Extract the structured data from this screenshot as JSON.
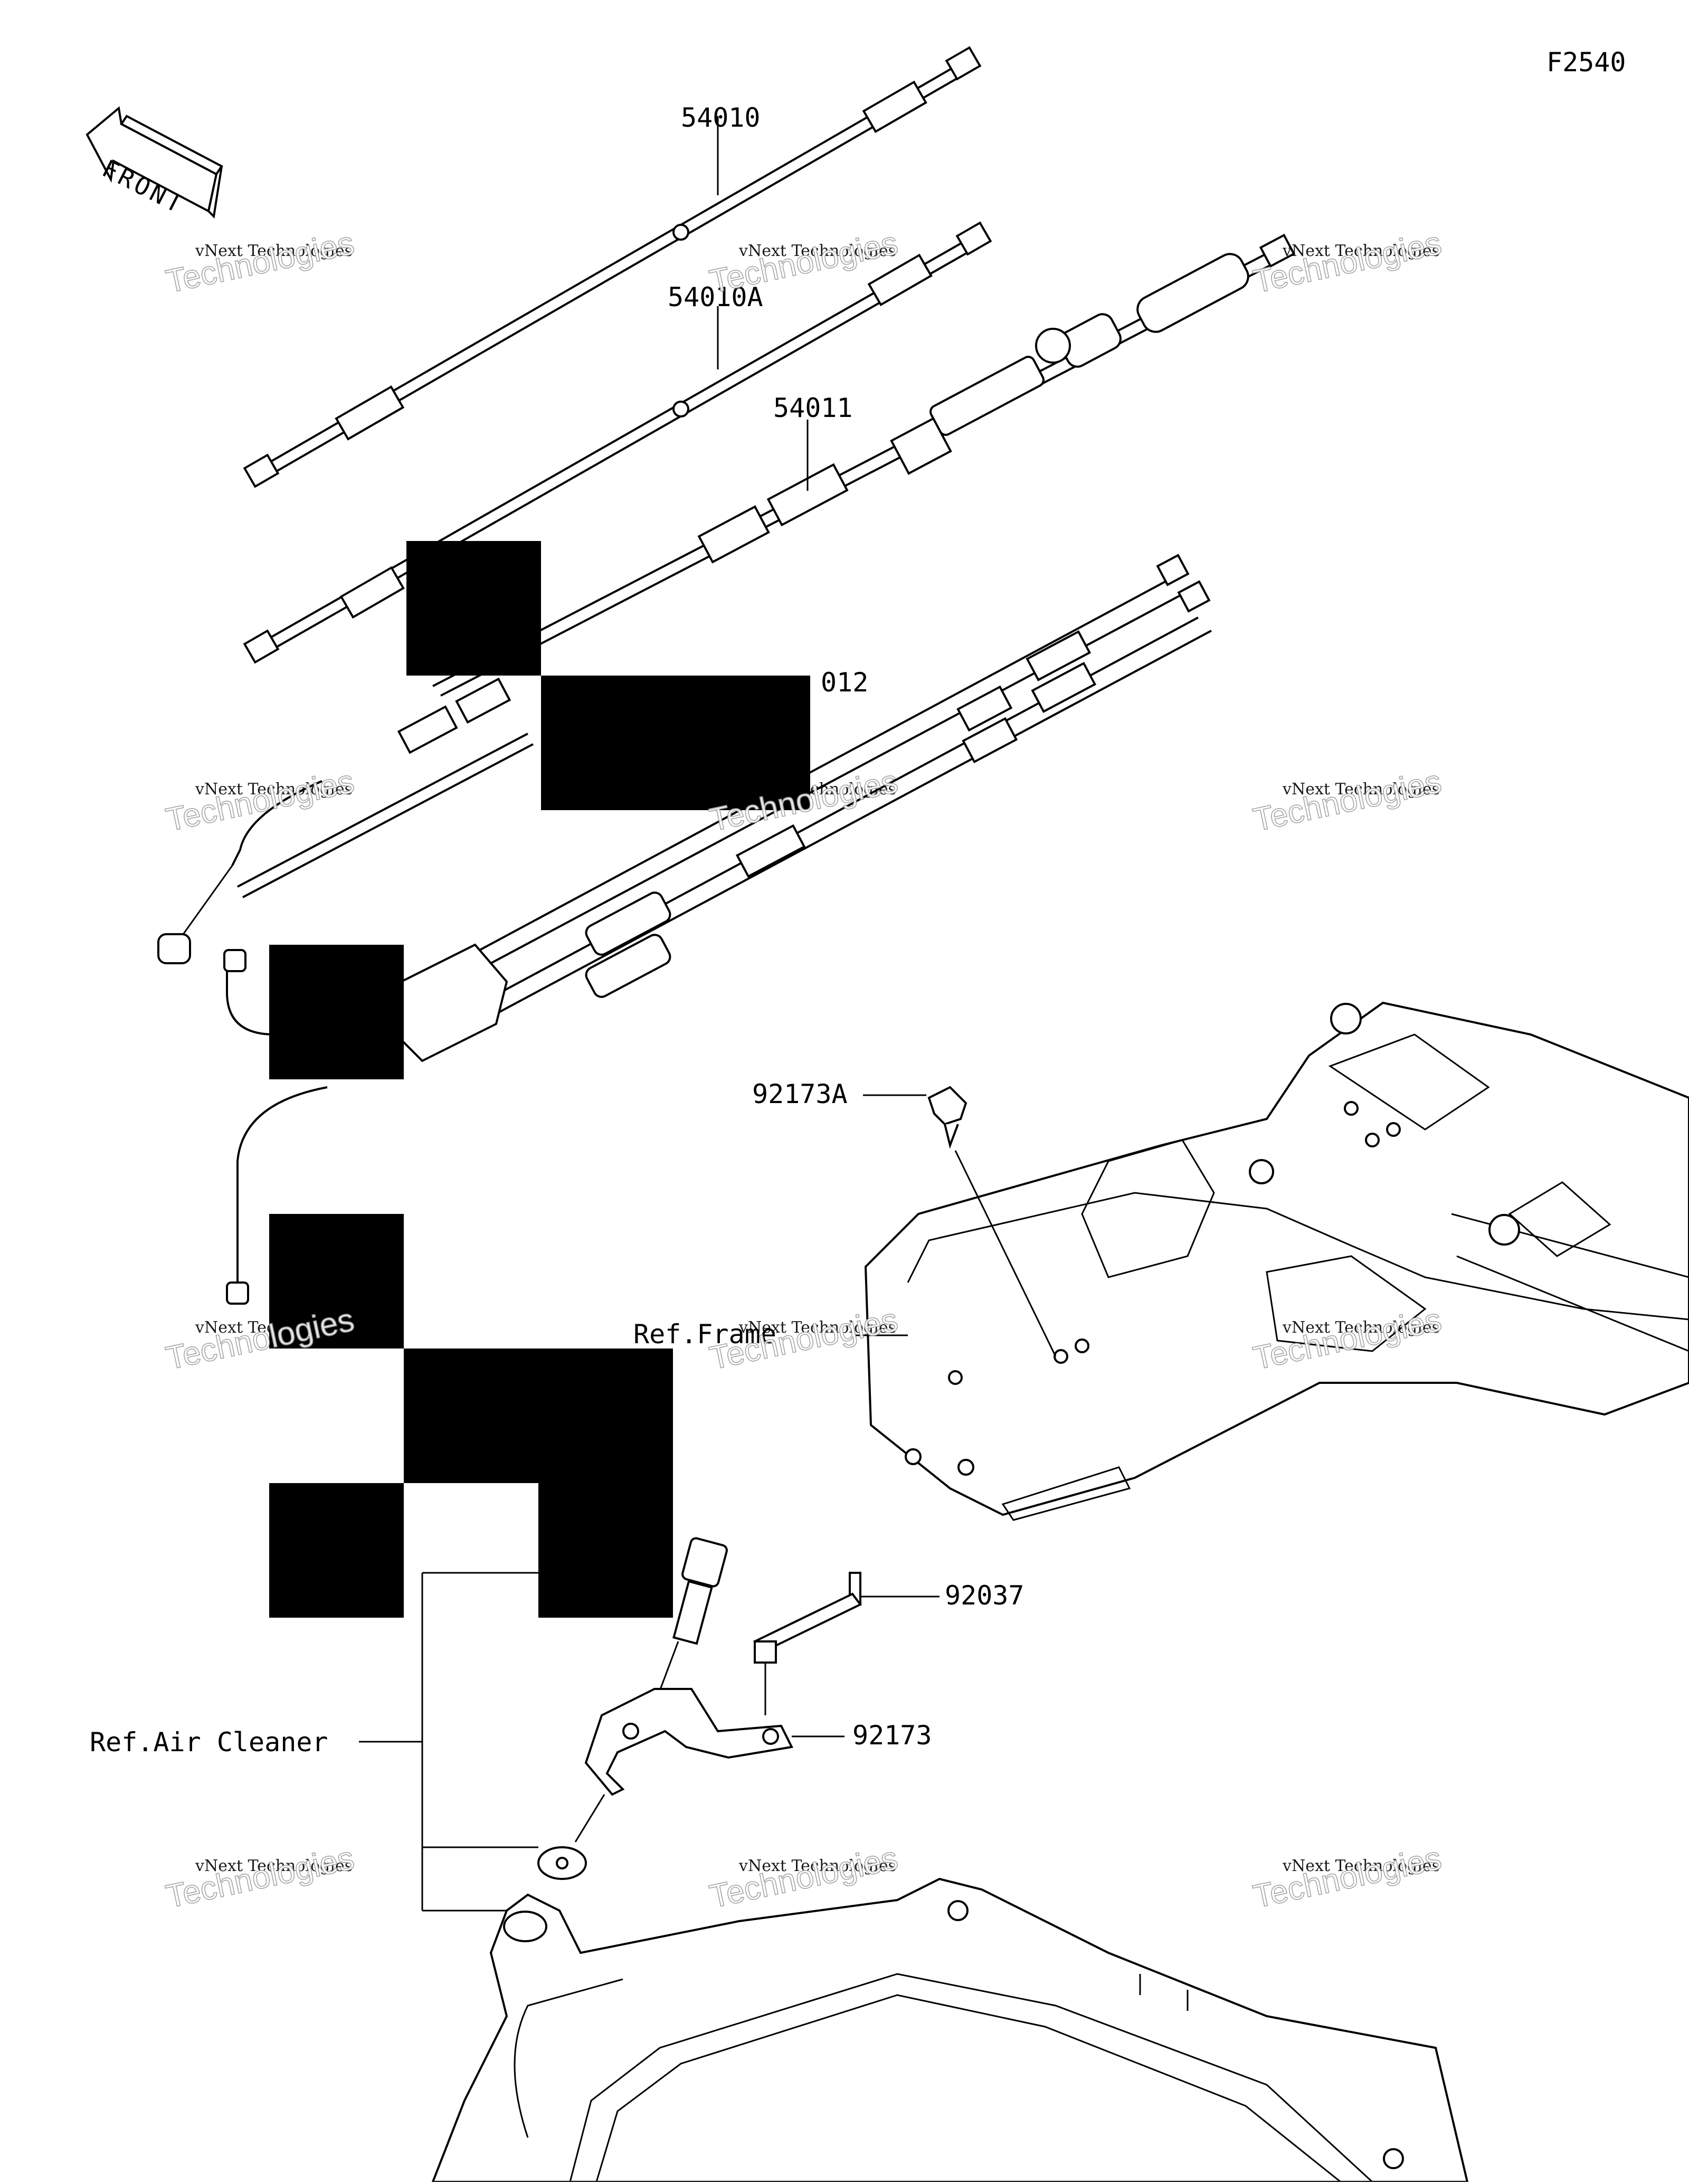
{
  "diagram": {
    "figure_code": "F2540",
    "front_arrow_label": "FRONT",
    "watermark_line1": "vNext Technologies",
    "watermark_line2": "Technologies",
    "parts": {
      "p54010": "54010",
      "p54010A": "54010A",
      "p54011": "54011",
      "p54012_partial": "012",
      "p92173A": "92173A",
      "p92037": "92037",
      "p92173": "92173"
    },
    "references": {
      "frame": "Ref.Frame",
      "air_cleaner": "Ref.Air Cleaner"
    }
  }
}
